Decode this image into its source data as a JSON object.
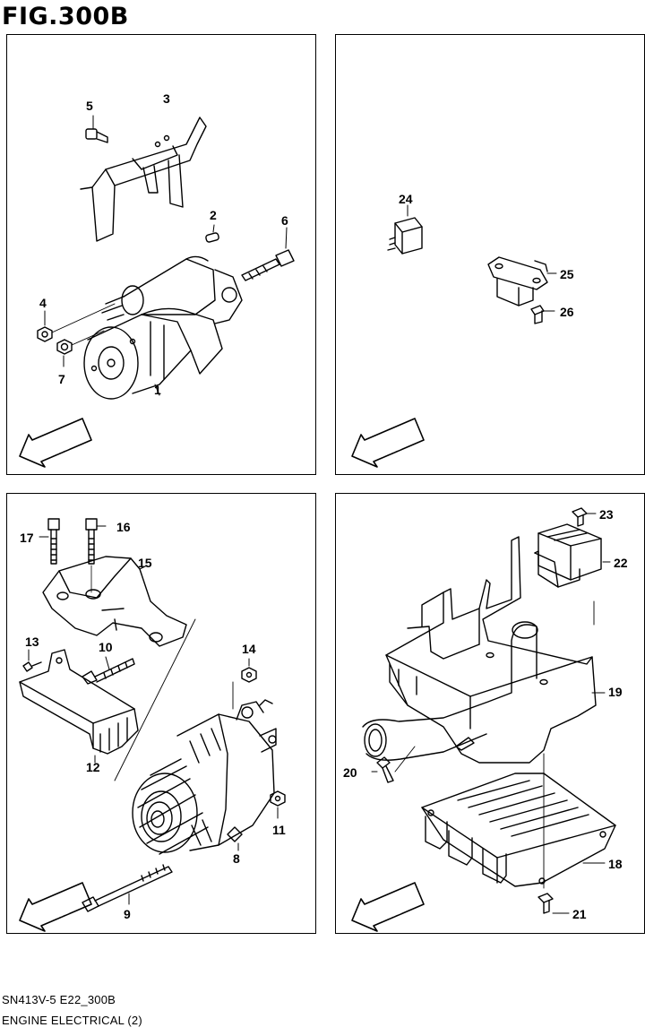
{
  "figure": {
    "title": "FIG.300B"
  },
  "panels": {
    "top_left": {
      "callouts": [
        "1",
        "2",
        "3",
        "4",
        "5",
        "6",
        "7"
      ],
      "fwd": "FWD"
    },
    "top_right": {
      "callouts": [
        "24",
        "25",
        "26"
      ],
      "fwd": "FWD"
    },
    "bottom_left": {
      "callouts": [
        "8",
        "9",
        "10",
        "11",
        "12",
        "13",
        "14",
        "15",
        "16",
        "17"
      ],
      "fwd": "FWD"
    },
    "bottom_right": {
      "callouts": [
        "18",
        "19",
        "20",
        "21",
        "22",
        "23"
      ],
      "fwd": "FWD"
    }
  },
  "footer": {
    "code": "SN413V-5 E22_300B",
    "name": "ENGINE ELECTRICAL (2)"
  },
  "colors": {
    "ink": "#000000",
    "paper": "#ffffff"
  }
}
